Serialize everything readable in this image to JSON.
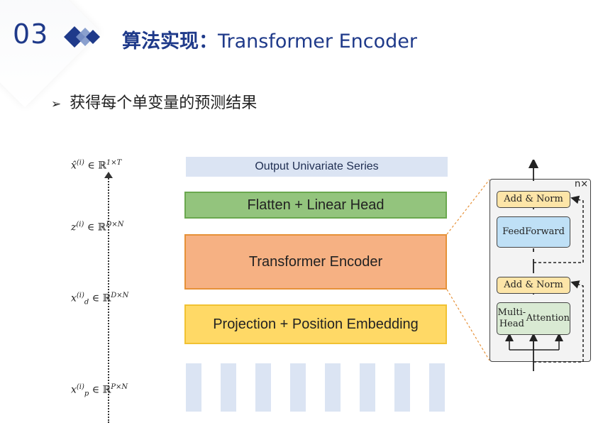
{
  "header": {
    "section_number": "03",
    "title_cn": "算法实现：",
    "title_en": "Transformer Encoder",
    "accent_color": "#1f3a8a"
  },
  "bullet": {
    "icon": "right-arrow-bullet-icon",
    "text": "获得每个单变量的预测结果"
  },
  "math_labels": {
    "xhat": {
      "base": "x̂",
      "sup": "(i)",
      "rel": "∈",
      "set": "ℝ",
      "dims": "1×T"
    },
    "z": {
      "base": "z",
      "sup": "(i)",
      "rel": "∈",
      "set": "ℝ",
      "dims": "D×N"
    },
    "xd": {
      "base": "x",
      "sup": "(i)",
      "sub": "d",
      "rel": "∈",
      "set": "ℝ",
      "dims": "D×N"
    },
    "xp": {
      "base": "x",
      "sup": "(i)",
      "sub": "p",
      "rel": "∈",
      "set": "ℝ",
      "dims": "P×N"
    }
  },
  "blocks": {
    "output": "Output Univariate Series",
    "flatten": "Flatten + Linear Head",
    "encoder": "Transformer Encoder",
    "projection": "Projection + Position Embedding"
  },
  "colors": {
    "output": "#dbe4f3",
    "flatten": "#93c47d",
    "encoder": "#f6b183",
    "projection": "#ffd966",
    "patch": "#dbe4f3",
    "add_norm": "#fde5a8",
    "feed_forward": "#bfe0f6",
    "multi_head": "#d9ead3"
  },
  "detail": {
    "repeat": "n×",
    "add_norm_top": "Add & Norm",
    "feed_forward_line1": "Feed",
    "feed_forward_line2": "Forward",
    "add_norm_bottom": "Add & Norm",
    "mha_line1": "Multi-Head",
    "mha_line2": "Attention"
  }
}
